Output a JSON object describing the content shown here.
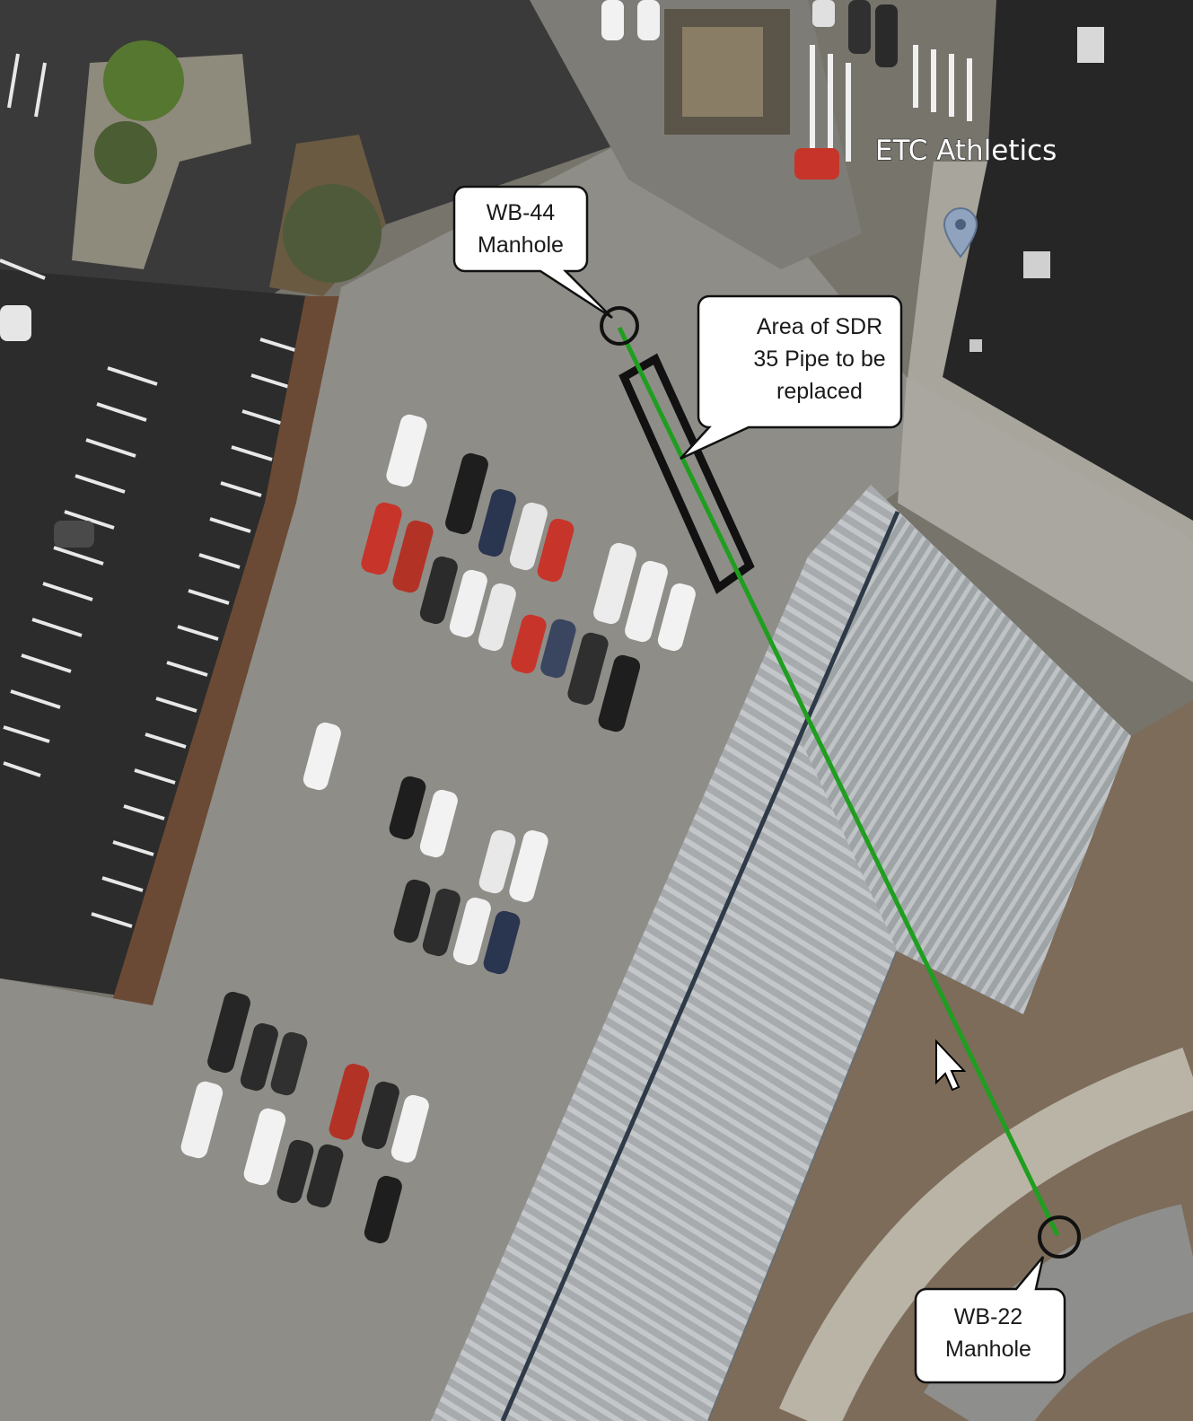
{
  "map": {
    "place_label": "ETC Athletics",
    "colors": {
      "pipe_line": "#1f9e1f",
      "parking_asphalt": "#2c2c2c",
      "lot_concrete": "#8f8d88",
      "building_roof_dark": "#262626",
      "metal_roof": "#a8acaf",
      "callout_fill": "#ffffff"
    }
  },
  "callouts": {
    "wb44": {
      "line1": "WB-44",
      "line2": "Manhole"
    },
    "sdr": {
      "line1": "Area of SDR",
      "line2": "35 Pipe to be",
      "line3": "replaced"
    },
    "wb22": {
      "line1": "WB-22",
      "line2": "Manhole"
    }
  },
  "icons": {
    "place_marker": "map-pin-icon",
    "cursor": "mouse-pointer-icon",
    "manhole_marker": "circle-marker-icon"
  }
}
